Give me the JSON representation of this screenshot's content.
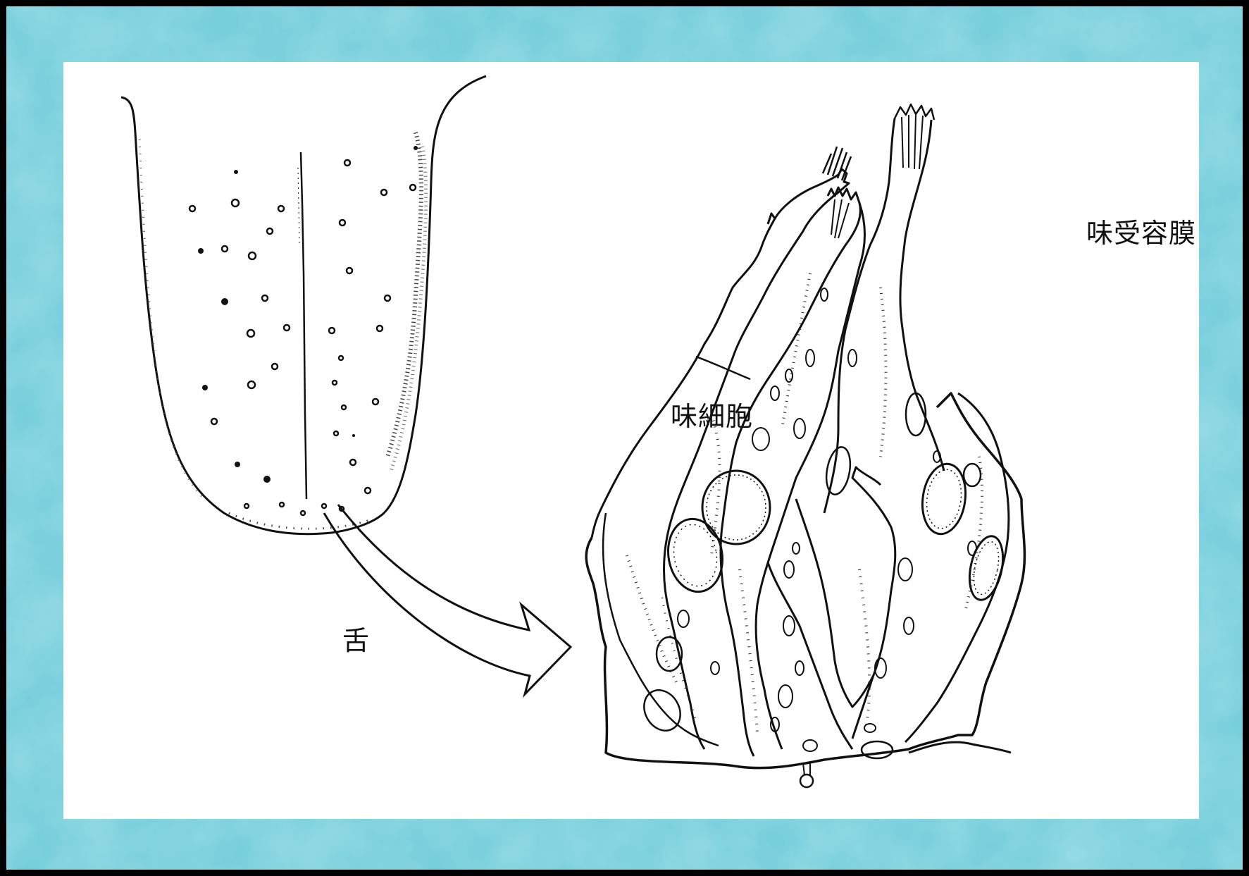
{
  "colors": {
    "background": "#7fd3df",
    "panel": "#ffffff",
    "ink": "#111111"
  },
  "labels": {
    "tongue": "舌",
    "taste_cell": "味細胞",
    "taste_receptor_membrane": "味受容膜"
  }
}
